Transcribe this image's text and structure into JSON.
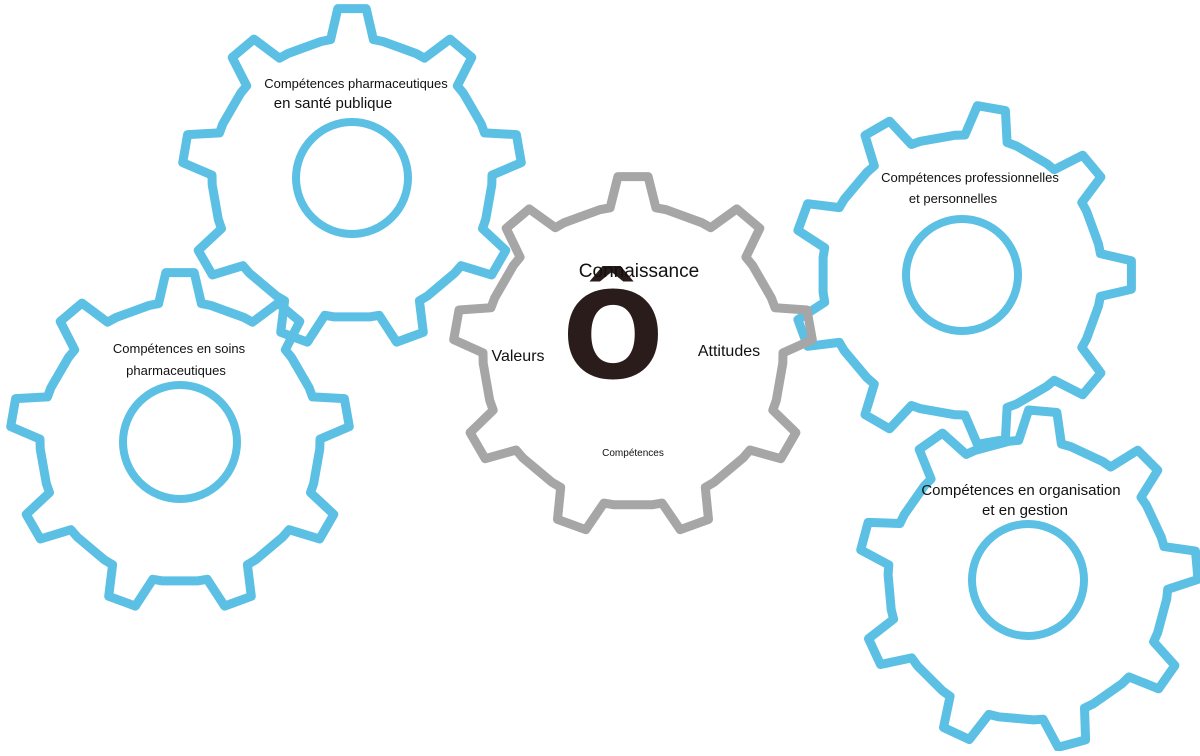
{
  "diagram": {
    "center": {
      "top_label": "Connaissance",
      "left_label": "Valeurs",
      "right_label": "Attitudes",
      "bottom_label": "Compétences",
      "letter": "Ô"
    },
    "gears": [
      {
        "id": "sante-publique",
        "lines": [
          "Compétences pharmaceutiques",
          "en santé publique"
        ]
      },
      {
        "id": "soins",
        "lines": [
          "Compétences en soins",
          "pharmaceutiques"
        ]
      },
      {
        "id": "professionnelles",
        "lines": [
          "Compétences professionnelles",
          "et personnelles"
        ]
      },
      {
        "id": "organisation",
        "lines": [
          "Compétences en organisation",
          "et en gestion"
        ]
      }
    ],
    "colors": {
      "blue_gear": "#5bc0e3",
      "gray_gear": "#a6a6a6",
      "letter": "#2b1c1c",
      "text": "#111111"
    }
  }
}
